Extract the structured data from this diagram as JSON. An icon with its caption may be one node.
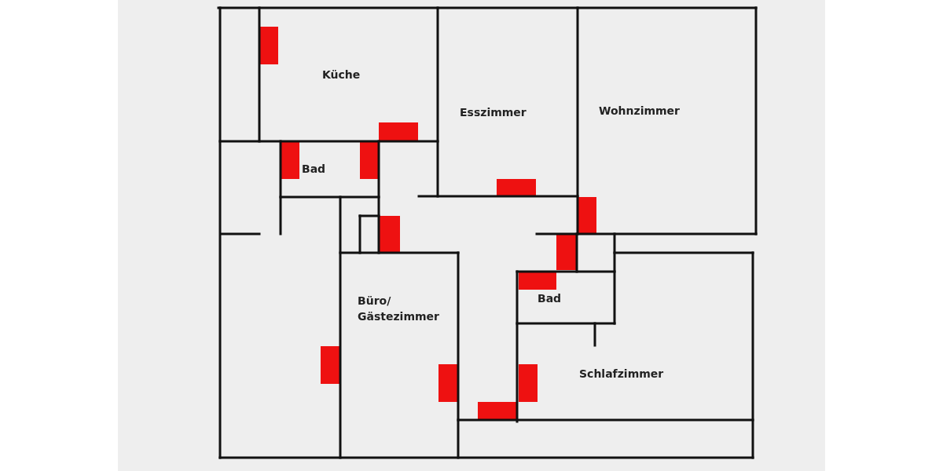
{
  "diagram": {
    "labels": [
      "Küche",
      "Esszimmer",
      "Wohnzimmer",
      "Bad",
      "Büro/ Gästezimmer",
      "Bad",
      "Schlafzimmer"
    ]
  }
}
